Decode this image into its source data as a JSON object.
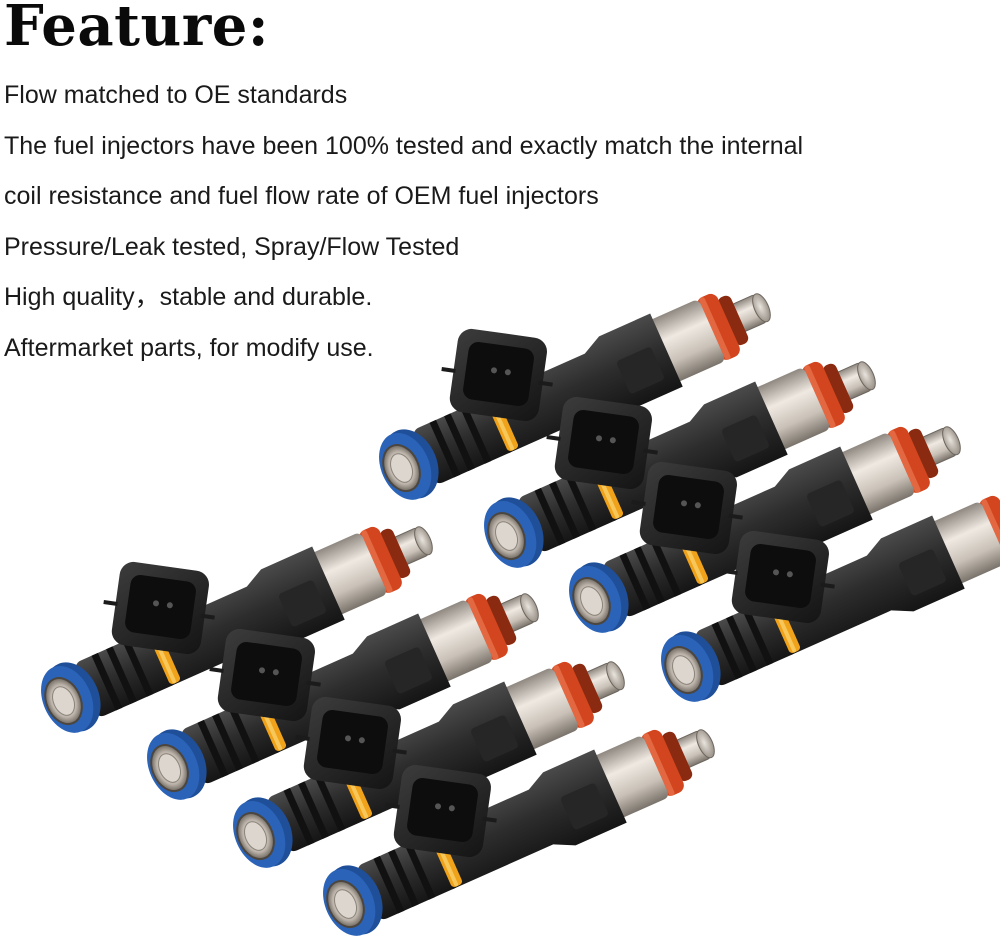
{
  "heading": "Feature:",
  "features": [
    "Flow matched to OE standards",
    "The fuel injectors have been 100% tested and exactly match the internal",
    "coil resistance and fuel flow rate of OEM fuel injectors",
    "Pressure/Leak tested, Spray/Flow Tested",
    "High quality，stable and durable.",
    "Aftermarket parts, for modify use."
  ],
  "photo": {
    "subject": "fuel-injectors",
    "count": 8,
    "colors": {
      "body": "#2b2b2b",
      "connector": "#1e1e1e",
      "metal": "#cfc7bd",
      "top_oring": "#d2451e",
      "bottom_oring": "#2a63b8",
      "band": "#f0a21a"
    }
  }
}
